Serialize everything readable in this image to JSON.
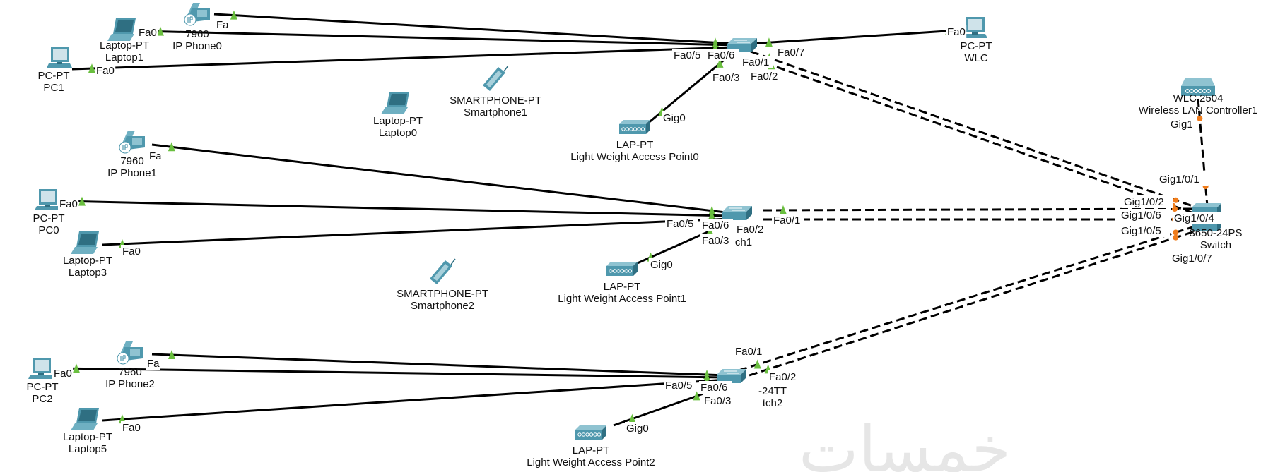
{
  "workspace": {
    "watermark": "خمسات",
    "colors": {
      "link": "#000000",
      "port_up": "#6abf3f",
      "port_orange": "#f07c1a",
      "device": "#4f98ad"
    }
  },
  "devices": [
    {
      "id": "pc1",
      "icon": "pc-icon",
      "model": "PC-PT",
      "name": "PC1"
    },
    {
      "id": "laptop1",
      "icon": "laptop-icon",
      "model": "Laptop-PT",
      "name": "Laptop1"
    },
    {
      "id": "ipphone0",
      "icon": "ip-phone-icon",
      "model": "7960",
      "name": "IP Phone0"
    },
    {
      "id": "laptop0",
      "icon": "laptop-icon",
      "model": "Laptop-PT",
      "name": "Laptop0"
    },
    {
      "id": "smartphone1",
      "icon": "smartphone-icon",
      "model": "SMARTPHONE-PT",
      "name": "Smartphone1"
    },
    {
      "id": "lap0",
      "icon": "access-point-icon",
      "model": "LAP-PT",
      "name": "Light Weight Access Point0"
    },
    {
      "id": "switch0",
      "icon": "switch-icon",
      "model": "",
      "name": ""
    },
    {
      "id": "wlcpc",
      "icon": "pc-icon",
      "model": "PC-PT",
      "name": "WLC"
    },
    {
      "id": "wlc2504",
      "icon": "wireless-controller-icon",
      "model": "WLC 2504",
      "name": "Wireless LAN Controller1"
    },
    {
      "id": "ipphone1",
      "icon": "ip-phone-icon",
      "model": "7960",
      "name": "IP Phone1"
    },
    {
      "id": "pc0",
      "icon": "pc-icon",
      "model": "PC-PT",
      "name": "PC0"
    },
    {
      "id": "laptop3",
      "icon": "laptop-icon",
      "model": "Laptop-PT",
      "name": "Laptop3"
    },
    {
      "id": "smartphone2",
      "icon": "smartphone-icon",
      "model": "SMARTPHONE-PT",
      "name": "Smartphone2"
    },
    {
      "id": "lap1",
      "icon": "access-point-icon",
      "model": "LAP-PT",
      "name": "Light Weight Access Point1"
    },
    {
      "id": "switch1",
      "icon": "switch-icon",
      "model": "",
      "name": "ch1"
    },
    {
      "id": "mls",
      "icon": "multilayer-switch-icon",
      "model": "3650-24PS",
      "name": "Switch"
    },
    {
      "id": "pc2",
      "icon": "pc-icon",
      "model": "PC-PT",
      "name": "PC2"
    },
    {
      "id": "ipphone2",
      "icon": "ip-phone-icon",
      "model": "7960",
      "name": "IP Phone2"
    },
    {
      "id": "laptop5",
      "icon": "laptop-icon",
      "model": "Laptop-PT",
      "name": "Laptop5"
    },
    {
      "id": "lap2",
      "icon": "access-point-icon",
      "model": "LAP-PT",
      "name": "Light Weight Access Point2"
    },
    {
      "id": "switch2",
      "icon": "switch-icon",
      "model": "-24TT",
      "name": "tch2"
    }
  ],
  "links": [
    {
      "type": "copper-straight",
      "from": "ipphone0",
      "to": "switch0",
      "ports": [
        "Fa",
        "Fa0/5"
      ]
    },
    {
      "type": "copper-straight",
      "from": "laptop1",
      "to": "switch0",
      "ports": [
        "Fa0",
        ""
      ]
    },
    {
      "type": "copper-straight",
      "from": "pc1",
      "to": "switch0",
      "ports": [
        "Fa0",
        "Fa0/6"
      ]
    },
    {
      "type": "copper-straight",
      "from": "switch0",
      "to": "wlcpc",
      "ports": [
        "Fa0/7",
        "Fa0"
      ]
    },
    {
      "type": "copper-straight",
      "from": "switch0",
      "to": "lap0",
      "ports": [
        "Fa0/3",
        "Gig0"
      ]
    },
    {
      "type": "copper-cross",
      "from": "switch0",
      "to": "mls",
      "ports": [
        "Fa0/1",
        "Gig1/0/2"
      ]
    },
    {
      "type": "copper-cross",
      "from": "switch0",
      "to": "mls",
      "ports": [
        "Fa0/2",
        ""
      ]
    },
    {
      "type": "copper-straight",
      "from": "ipphone1",
      "to": "switch1",
      "ports": [
        "Fa",
        "Fa0/5"
      ]
    },
    {
      "type": "copper-straight",
      "from": "pc0",
      "to": "switch1",
      "ports": [
        "Fa0",
        "Fa0/6"
      ]
    },
    {
      "type": "copper-straight",
      "from": "laptop3",
      "to": "switch1",
      "ports": [
        "Fa0",
        ""
      ]
    },
    {
      "type": "copper-straight",
      "from": "switch1",
      "to": "lap1",
      "ports": [
        "Fa0/3",
        "Gig0"
      ]
    },
    {
      "type": "copper-cross",
      "from": "switch1",
      "to": "mls",
      "ports": [
        "Fa0/1",
        "Gig1/0/6"
      ]
    },
    {
      "type": "copper-cross",
      "from": "switch1",
      "to": "mls",
      "ports": [
        "Fa0/2",
        "Gig1/0/4"
      ]
    },
    {
      "type": "copper-straight",
      "from": "ipphone2",
      "to": "switch2",
      "ports": [
        "Fa",
        "Fa0/5"
      ]
    },
    {
      "type": "copper-straight",
      "from": "pc2",
      "to": "switch2",
      "ports": [
        "Fa0",
        "Fa0/6"
      ]
    },
    {
      "type": "copper-straight",
      "from": "laptop5",
      "to": "switch2",
      "ports": [
        "Fa0",
        ""
      ]
    },
    {
      "type": "copper-straight",
      "from": "switch2",
      "to": "lap2",
      "ports": [
        "Fa0/3",
        "Gig0"
      ]
    },
    {
      "type": "copper-cross",
      "from": "switch2",
      "to": "mls",
      "ports": [
        "Fa0/1",
        "Gig1/0/5"
      ]
    },
    {
      "type": "copper-cross",
      "from": "switch2",
      "to": "mls",
      "ports": [
        "Fa0/2",
        "Gig1/0/7"
      ]
    },
    {
      "type": "copper-cross",
      "from": "wlc2504",
      "to": "mls",
      "ports": [
        "Gig1",
        "Gig1/0/1"
      ]
    }
  ]
}
